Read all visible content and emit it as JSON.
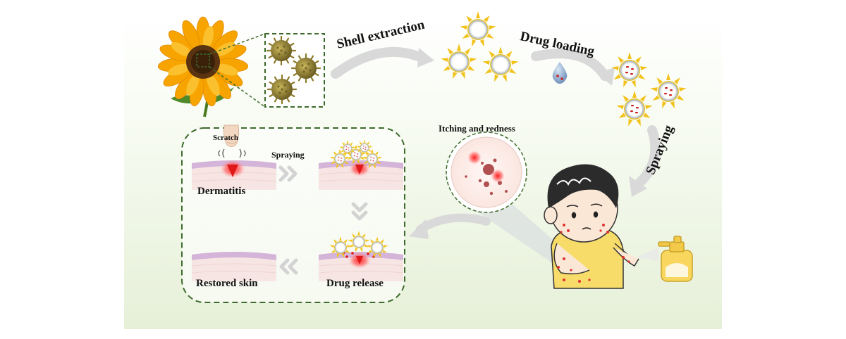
{
  "labels": {
    "shell_extraction": "Shell extraction",
    "drug_loading": "Drug loading",
    "spraying_main": "Spraying",
    "itching_and_redness": "Itching and redness",
    "scratch": "Scratch",
    "spraying_step": "Spraying",
    "dermatitis": "Dermatitis",
    "restored_skin": "Restored skin",
    "drug_release": "Drug release"
  },
  "colors": {
    "panel_top": "#ffffff",
    "panel_bottom": "#eaf3df",
    "dashed_border": "#3d6b2c",
    "spike": "#f3c21a",
    "capsule_ring": "#bcc6cc",
    "drug_dot": "#cc1f1f",
    "skin_top": "#d4b4d9",
    "skin_body": "#f6e5e3",
    "inflammation": "#e01818",
    "arrow": "#d6d6d6",
    "petal": "#f7a400",
    "seed_center": "#5a3410",
    "pollen": "#a08c36",
    "hair": "#2b2b2b",
    "shirt": "#f7dc6a",
    "face": "#fbe7d6",
    "spray_bottle": "#f9d75e"
  },
  "icons": [
    "sunflower-icon",
    "pollen-grain-icon",
    "hollow-capsule-icon",
    "loaded-capsule-icon",
    "drug-droplet-icon",
    "child-icon",
    "spray-bottle-icon",
    "finger-icon",
    "magnified-skin-icon"
  ]
}
